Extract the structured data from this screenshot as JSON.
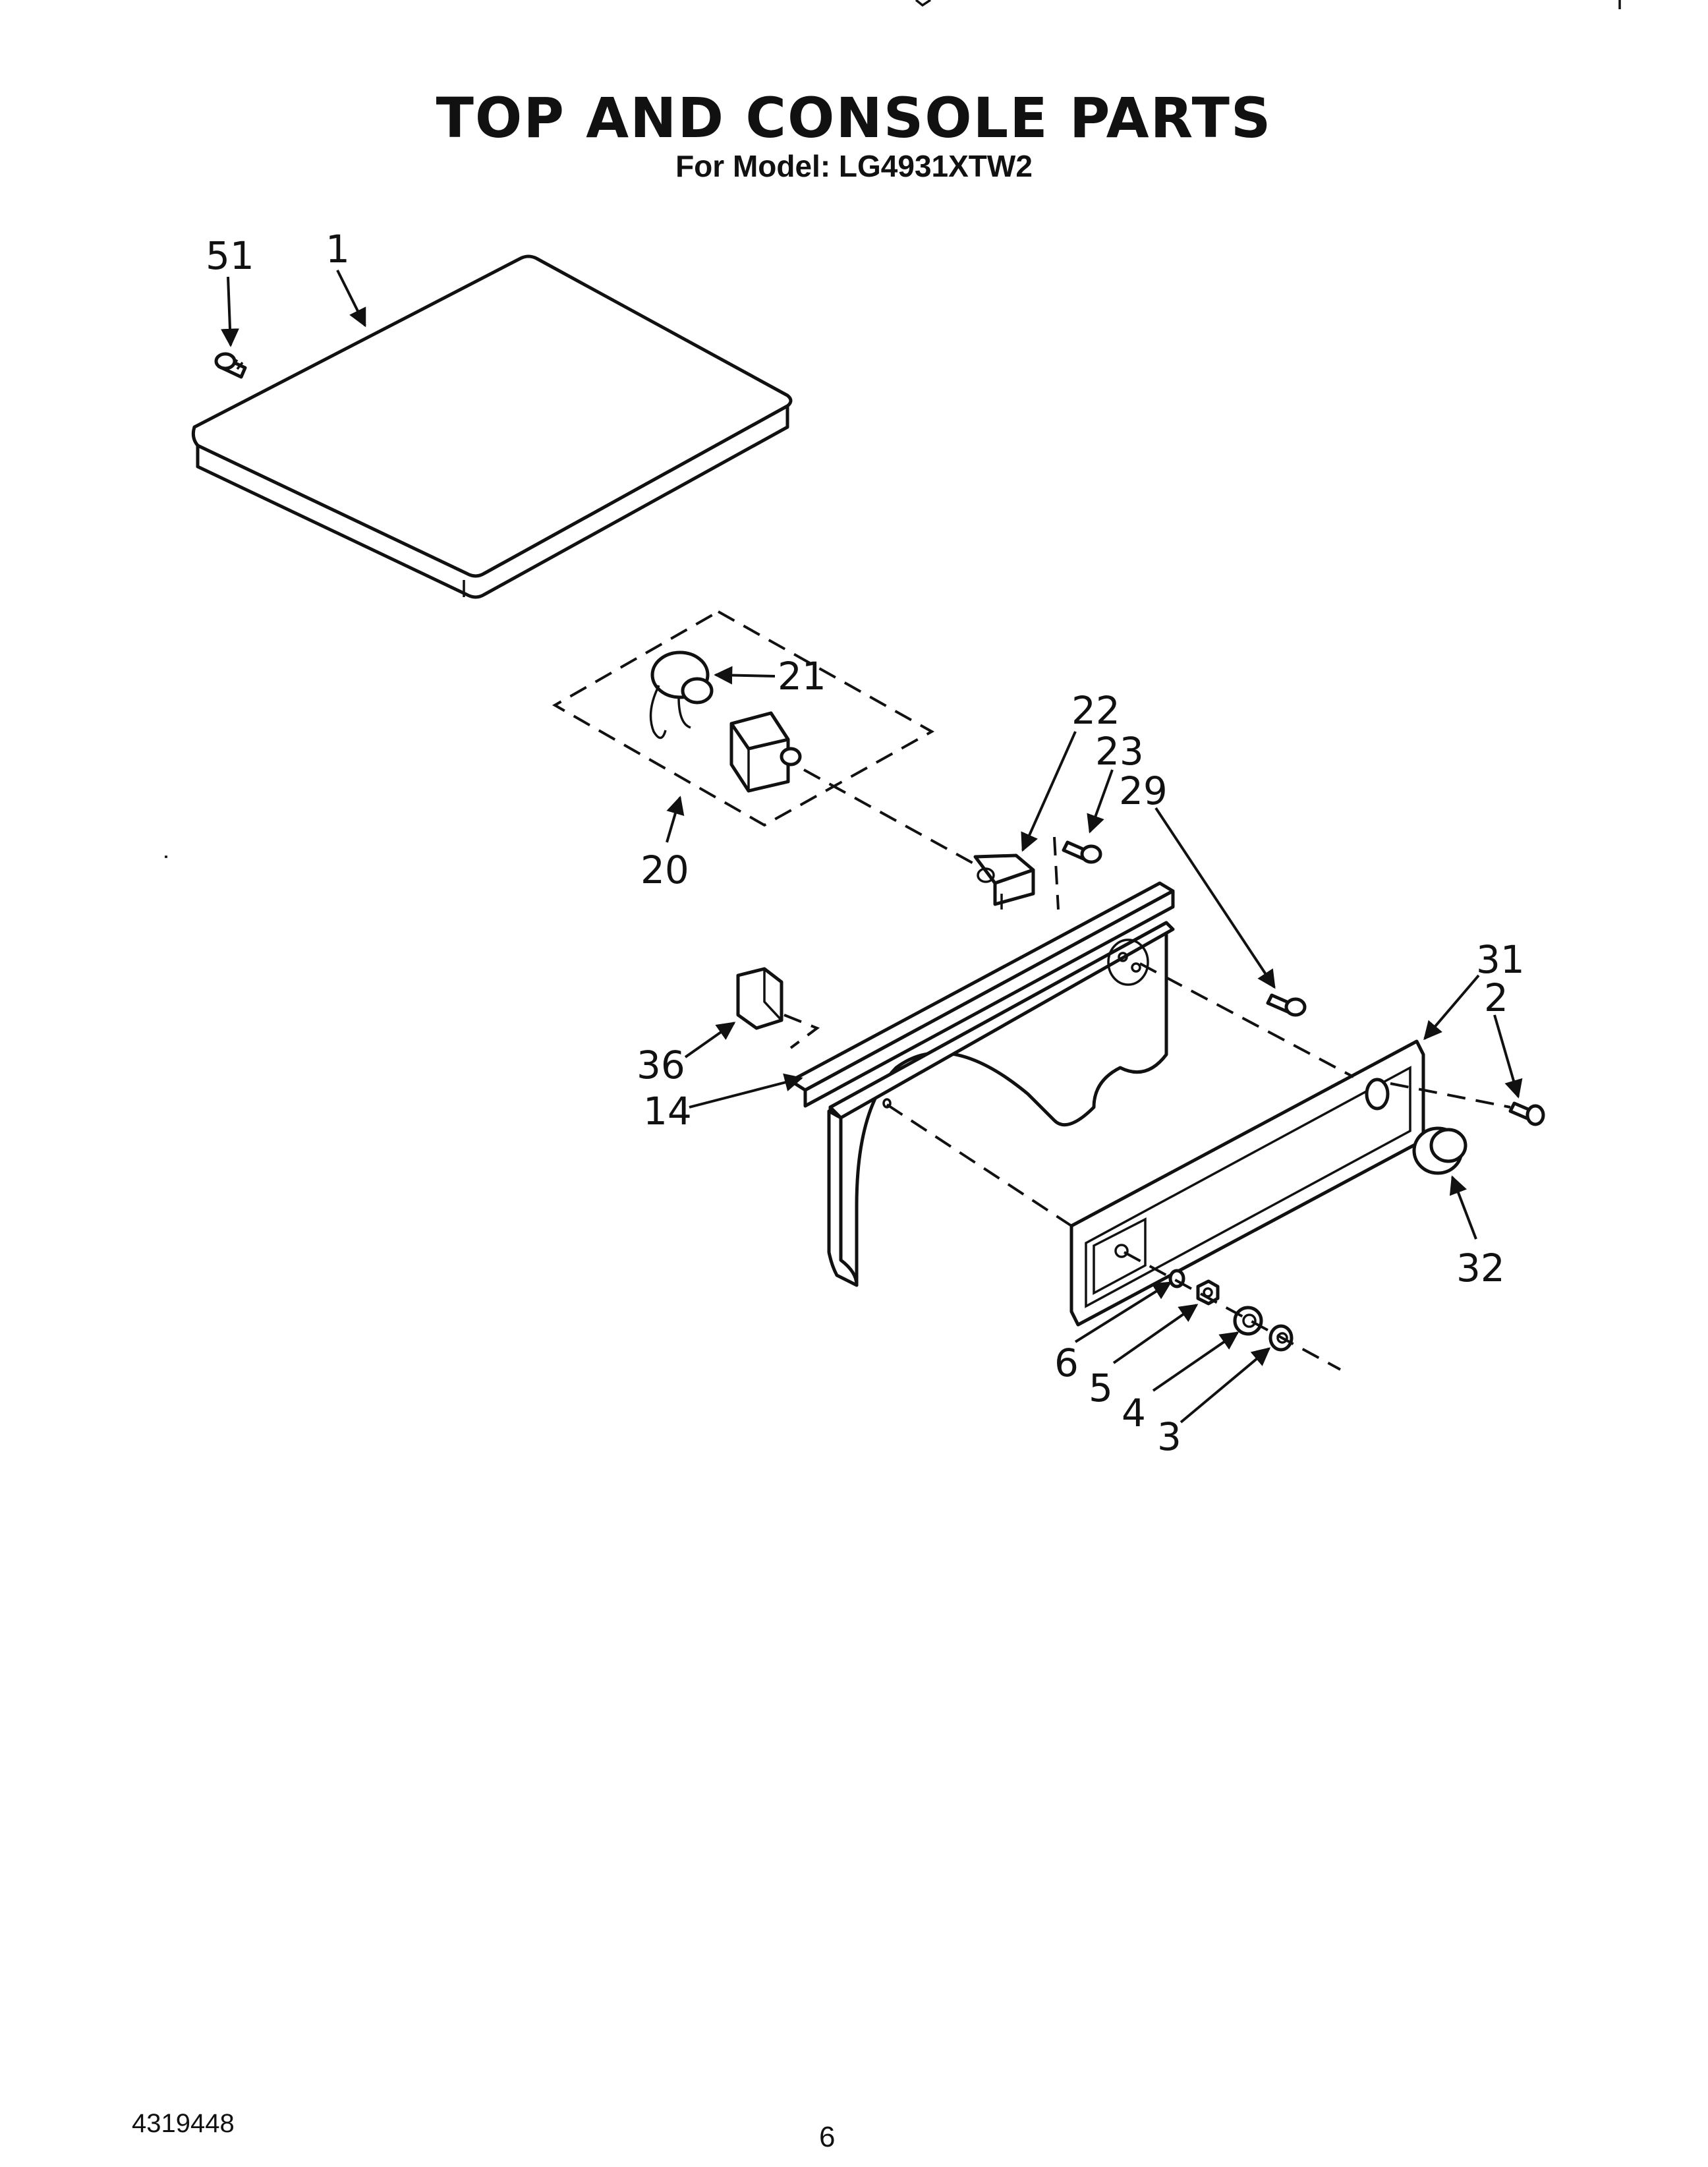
{
  "header": {
    "title": "TOP AND CONSOLE PARTS",
    "subtitle": "For Model: LG4931XTW2"
  },
  "callouts": [
    {
      "id": "c51",
      "label": "51"
    },
    {
      "id": "c1",
      "label": "1"
    },
    {
      "id": "c21",
      "label": "21"
    },
    {
      "id": "c20",
      "label": "20"
    },
    {
      "id": "c22",
      "label": "22"
    },
    {
      "id": "c23",
      "label": "23"
    },
    {
      "id": "c29",
      "label": "29"
    },
    {
      "id": "c31",
      "label": "31"
    },
    {
      "id": "c2",
      "label": "2"
    },
    {
      "id": "c36",
      "label": "36"
    },
    {
      "id": "c14",
      "label": "14"
    },
    {
      "id": "c32",
      "label": "32"
    },
    {
      "id": "c6",
      "label": "6"
    },
    {
      "id": "c5",
      "label": "5"
    },
    {
      "id": "c4",
      "label": "4"
    },
    {
      "id": "c3",
      "label": "3"
    }
  ],
  "footer": {
    "doc_number": "4319448",
    "page_number": "6"
  }
}
